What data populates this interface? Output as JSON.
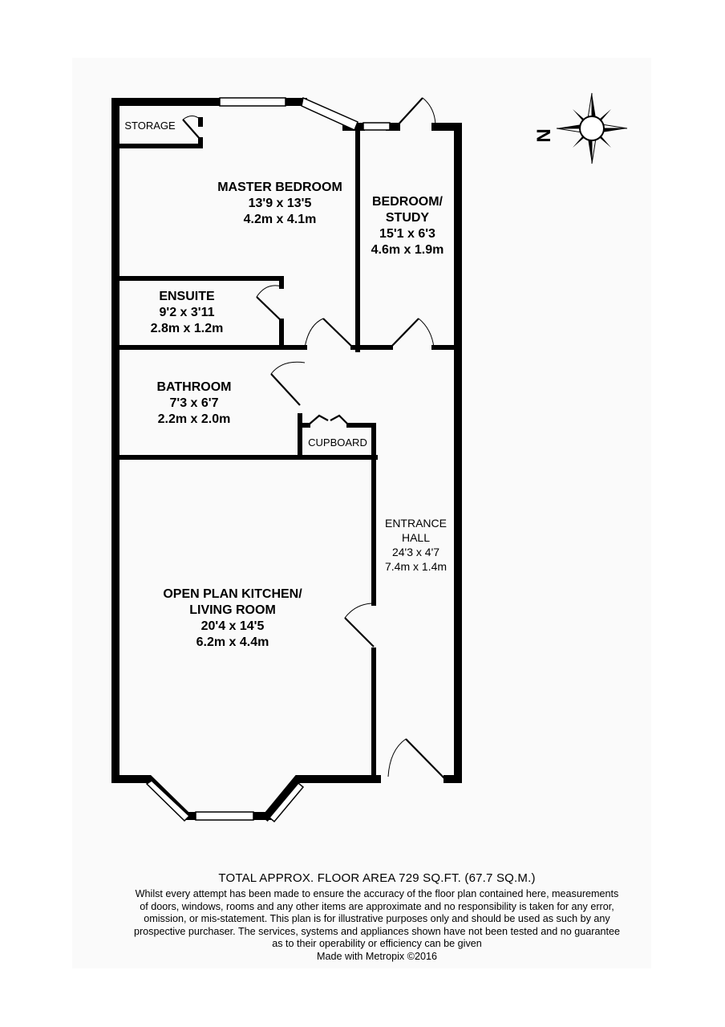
{
  "rooms": {
    "master_bedroom": {
      "name": "MASTER BEDROOM",
      "imperial": "13'9 x 13'5",
      "metric": "4.2m x 4.1m"
    },
    "bedroom_study": {
      "name_line1": "BEDROOM/",
      "name_line2": "STUDY",
      "imperial": "15'1 x 6'3",
      "metric": "4.6m x 1.9m"
    },
    "ensuite": {
      "name": "ENSUITE",
      "imperial": "9'2 x 3'11",
      "metric": "2.8m x 1.2m"
    },
    "bathroom": {
      "name": "BATHROOM",
      "imperial": "7'3 x 6'7",
      "metric": "2.2m x 2.0m"
    },
    "kitchen_living": {
      "name_line1": "OPEN PLAN KITCHEN/",
      "name_line2": "LIVING ROOM",
      "imperial": "20'4 x 14'5",
      "metric": "6.2m x 4.4m"
    },
    "entrance_hall": {
      "name_line1": "ENTRANCE",
      "name_line2": "HALL",
      "imperial": "24'3 x 4'7",
      "metric": "7.4m x 1.4m"
    },
    "storage": {
      "name": "STORAGE"
    },
    "cupboard": {
      "name": "CUPBOARD"
    }
  },
  "compass": {
    "north_letter": "N"
  },
  "footer": {
    "total_area": "TOTAL APPROX. FLOOR AREA 729 SQ.FT. (67.7 SQ.M.)",
    "disclaimer_lines": [
      "Whilst every attempt has been made to ensure the accuracy of the floor plan contained here, measurements",
      "of doors, windows, rooms and any other items are approximate and no responsibility is taken for any error,",
      "omission, or mis-statement. This plan is for illustrative purposes only and should be used as such by any",
      "prospective purchaser. The services, systems and appliances shown have not been tested and no guarantee",
      "as to their operability or efficiency can be given"
    ],
    "made_with": "Made with Metropix ©2016"
  }
}
